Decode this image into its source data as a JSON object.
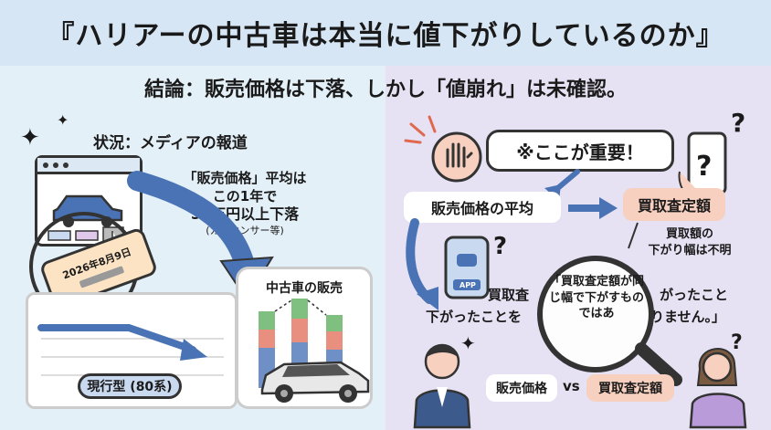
{
  "title": "『ハリアーの中古車は本当に値下がりしているのか』",
  "conclusion": "結論：販売価格は下落、しかし「値崩れ」は未確認。",
  "left": {
    "heading": "状況：メディアの報道",
    "report_line1": "「販売価格」平均は",
    "report_line2": "この1年で",
    "report_line3": "50万円以上下落",
    "report_source": "(カーセンサー等)",
    "tag_date": "2026年8月9日",
    "model_label": "現行型 (80系)",
    "used_sales_label": "中古車の販売"
  },
  "right": {
    "important": "※ここが重要！",
    "avg_sales_price": "販売価格の平均",
    "purchase_price": "買取査定額",
    "unknown_line1": "買取額の",
    "unknown_line2": "下がり幅は不明",
    "body_line1_a": "買取査",
    "body_line1_b": "がったこと",
    "body_line2_a": "下がったことを",
    "body_line2_b": "りません。」",
    "lens_text": "「買取査定額が同じ幅で下がすものではあ",
    "app_label": "APP",
    "vs_left": "販売価格",
    "vs": "vs",
    "vs_right": "買取査定額"
  },
  "colors": {
    "title_bg": "#d7e6f4",
    "left_bg": "#e4f0f8",
    "right_bg": "#e6e2f3",
    "arrow_blue": "#4a73b5",
    "peach": "#f7d0bf"
  }
}
